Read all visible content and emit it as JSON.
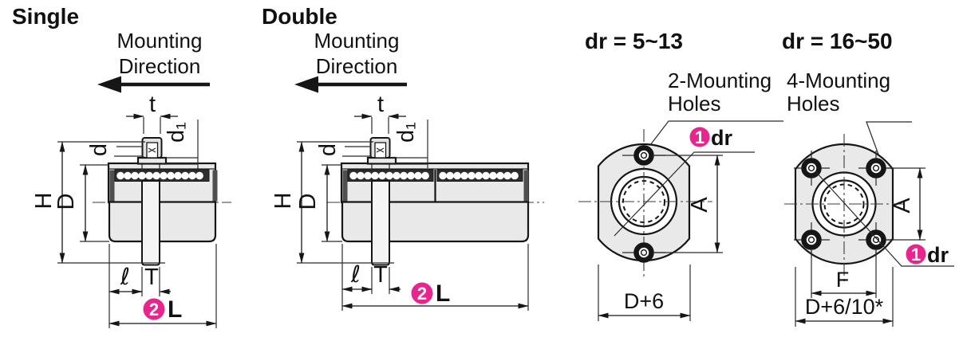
{
  "colors": {
    "heading_blue": "#1b9de2",
    "label_blue": "#29abe2",
    "badge_pink": "#e6258f",
    "line_black": "#161616",
    "body_gray": "#e9e9e9"
  },
  "single": {
    "title": "Single",
    "mounting_line1": "Mounting",
    "mounting_line2": "Direction",
    "badge": "2",
    "dims": {
      "t": "t",
      "d": "d",
      "d1": "d₁",
      "H": "H",
      "D": "D",
      "ell": "ℓ",
      "T": "T",
      "L": "L"
    }
  },
  "double": {
    "title": "Double",
    "mounting_line1": "Mounting",
    "mounting_line2": "Direction",
    "badge": "2",
    "dims": {
      "t": "t",
      "d": "d",
      "d1": "d₁",
      "H": "H",
      "D": "D",
      "ell": "ℓ",
      "T": "T",
      "L": "L"
    }
  },
  "flange_2hole": {
    "range": "dr = 5~13",
    "holes_line1": "2-Mounting",
    "holes_line2": "Holes",
    "badge": "1",
    "dims": {
      "dr": "dr",
      "A": "A",
      "D6": "D+6"
    }
  },
  "flange_4hole": {
    "range": "dr = 16~50",
    "holes_line1": "4-Mounting",
    "holes_line2": "Holes",
    "badge": "1",
    "dims": {
      "dr": "dr",
      "A": "A",
      "F": "F",
      "D610": "D+6/10*"
    }
  }
}
